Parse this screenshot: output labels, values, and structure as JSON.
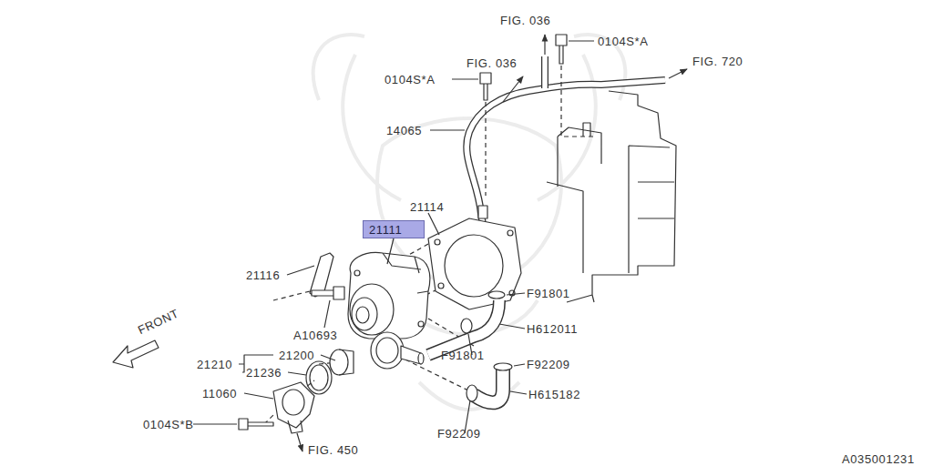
{
  "diagram": {
    "nodes": [
      {
        "text": [
          "21111"
        ]
      }
    ],
    "labels": [
      "FIG. 036",
      "0104S*A",
      "FIG. 720",
      "FIG. 036",
      "0104S*A",
      "14065",
      "21114",
      "21116",
      "F91801",
      "H612011",
      "A10693",
      "FRONT",
      "21200",
      "21210",
      "F91801",
      "F92209",
      "21236",
      "H615182",
      "11060",
      "0104S*B",
      "F92209",
      "FIG. 450",
      "A035001231"
    ]
  }
}
